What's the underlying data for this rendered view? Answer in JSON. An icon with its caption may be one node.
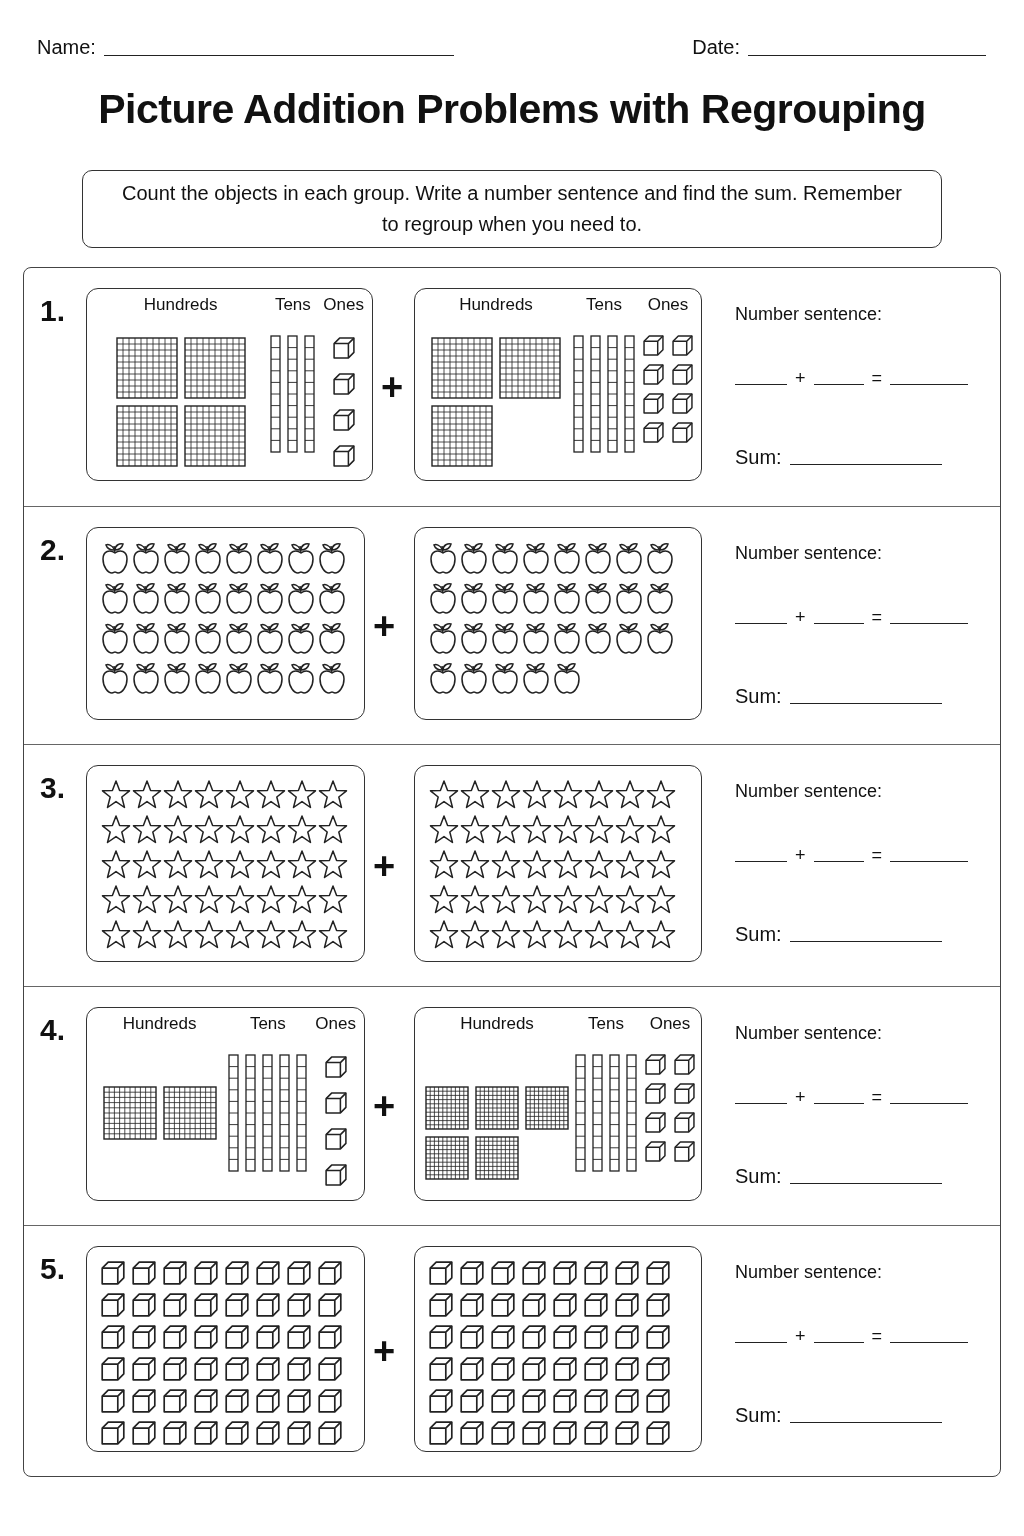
{
  "diagram": {
    "title": "Picture Addition Problems with Regrouping",
    "nodes": [
      {
        "text": [
          "Count the objects in each group. Write a number sentence and find the sum. Remember to regroup when you need to."
        ]
      },
      {
        "text": [
          "Hundreds",
          "Tens",
          "Ones"
        ]
      },
      {
        "text": [
          "Hundreds",
          "Tens",
          "Ones"
        ]
      },
      {
        "text": [],
        "shape": "box"
      },
      {
        "text": [],
        "shape": "box"
      },
      {
        "text": [],
        "shape": "box"
      },
      {
        "text": [],
        "shape": "box"
      },
      {
        "text": [
          "Hundreds",
          "Tens",
          "Ones"
        ]
      },
      {
        "text": [
          "Hundreds",
          "Tens",
          "Ones"
        ]
      },
      {
        "text": [],
        "shape": "box"
      },
      {
        "text": [],
        "shape": "box"
      }
    ],
    "labels": [
      "Name:",
      "Date:",
      "1.",
      "+",
      "Number sentence:",
      "+",
      "=",
      "Sum:",
      "2.",
      "+",
      "Number sentence:",
      "+",
      "=",
      "Sum:",
      "3.",
      "+",
      "Number sentence:",
      "+",
      "=",
      "Sum:",
      "4.",
      "+",
      "Number sentence:",
      "+",
      "=",
      "Sum:",
      "5.",
      "+",
      "Number sentence:",
      "+",
      "=",
      "Sum:"
    ]
  }
}
